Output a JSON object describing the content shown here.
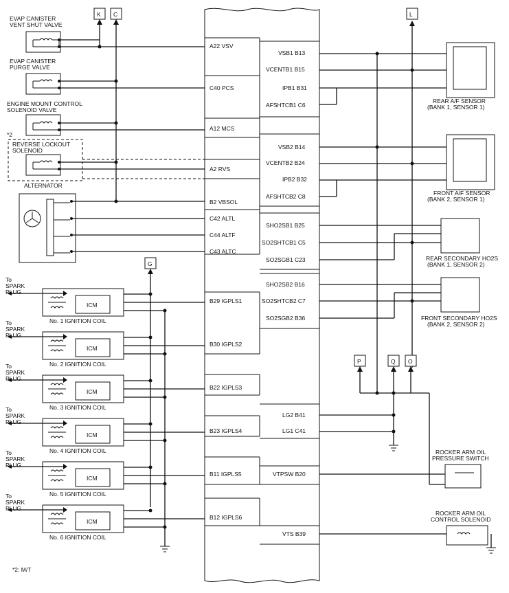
{
  "left_components": {
    "evap_vent": "EVAP CANISTER\nVENT SHUT VALVE",
    "evap_purge": "EVAP CANISTER\nPURGE VALVE",
    "engine_mount": "ENGINE MOUNT CONTROL\nSOLENOID VALVE",
    "reverse_lockout_note": "*2",
    "reverse_lockout": "REVERSE LOCKOUT\nSOLENOID",
    "alternator": "ALTERNATOR",
    "to_spark_plug": "To\nSPARK\nPLUG",
    "icm": "ICM",
    "ignition_coils": [
      "No. 1 IGNITION COIL",
      "No. 2 IGNITION COIL",
      "No. 3 IGNITION COIL",
      "No. 4 IGNITION COIL",
      "No. 5 IGNITION COIL",
      "No. 6 IGNITION COIL"
    ]
  },
  "connectors": {
    "K": "K",
    "C": "C",
    "L": "L",
    "G": "G",
    "P": "P",
    "Q": "Q",
    "O": "O"
  },
  "ecm_left_pins": [
    "A22 VSV",
    "C40 PCS",
    "A12 MCS",
    "A2 RVS",
    "B2 VBSOL",
    "C42 ALTL",
    "C44 ALTF",
    "C43 ALTC",
    "B29 IGPLS1",
    "B30 IGPLS2",
    "B22 IGPLS3",
    "B23 IGPLS4",
    "B11 IGPLS5",
    "B12 IGPLS6"
  ],
  "ecm_right_pins": [
    "VSB1 B13",
    "VCENTB1 B15",
    "IPB1 B31",
    "AFSHTCB1 C6",
    "VSB2 B14",
    "VCENTB2 B24",
    "IPB2 B32",
    "AFSHTCB2 C8",
    "SHO2SB1 B25",
    "SO2SHTCB1 C5",
    "SO2SGB1 C23",
    "SHO2SB2 B16",
    "SO2SHTCB2 C7",
    "SO2SGB2 B36",
    "LG2 B41",
    "LG1 C41",
    "VTPSW B20",
    "VTS B39"
  ],
  "right_components": {
    "rear_af": "REAR A/F SENSOR\n(BANK 1, SENSOR 1)",
    "front_af": "FRONT A/F SENSOR\n(BANK 2, SENSOR 1)",
    "rear_ho2s": "REAR SECONDARY HO2S\n(BANK 1, SENSOR 2)",
    "front_ho2s": "FRONT SECONDARY HO2S\n(BANK 2, SENSOR 2)",
    "oil_switch": "ROCKER ARM OIL\nPRESSURE SWITCH",
    "oil_solenoid": "ROCKER ARM OIL\nCONTROL SOLENOID"
  },
  "footnote": "*2: M/T"
}
